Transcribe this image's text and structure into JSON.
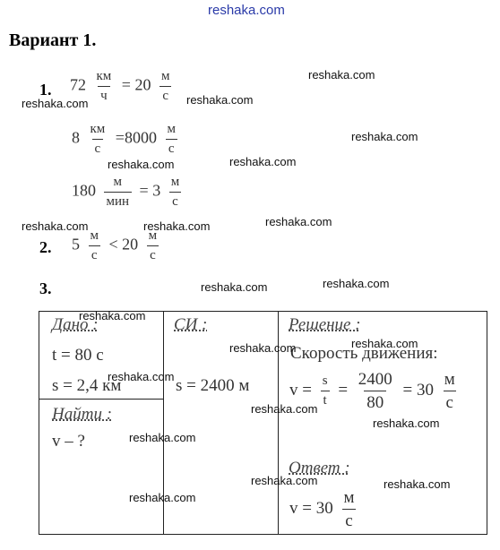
{
  "watermark": "reshaka.com",
  "title": "Вариант 1.",
  "problems": {
    "p1": {
      "number": "1.",
      "line1": {
        "lhs": "72",
        "lhs_num": "км",
        "lhs_den": "ч",
        "eq": "=",
        "rhs": "20",
        "rhs_num": "м",
        "rhs_den": "с"
      },
      "line2": {
        "lhs": "8",
        "lhs_num": "км",
        "lhs_den": "с",
        "eq": "=",
        "rhs": "8000",
        "rhs_num": "м",
        "rhs_den": "с"
      },
      "line3": {
        "lhs": "180",
        "lhs_num": "м",
        "lhs_den": "мин",
        "eq": "=",
        "rhs": "3",
        "rhs_num": "м",
        "rhs_den": "с"
      }
    },
    "p2": {
      "number": "2.",
      "lhs": "5",
      "lhs_num": "м",
      "lhs_den": "с",
      "op": "<",
      "rhs": "20",
      "rhs_num": "м",
      "rhs_den": "с"
    },
    "p3": {
      "number": "3.",
      "given_header": "Дано :",
      "given_t": "t = 80 с",
      "given_s": "s = 2,4 км",
      "si_header": "СИ :",
      "si_s": "s = 2400 м",
      "find_header": "Найти :",
      "find_v": "v – ?",
      "solution_header": "Решение :",
      "solution_text": "Скорость движения:",
      "formula": {
        "v": "v",
        "eq1": "=",
        "s": "s",
        "t": "t",
        "eq2": "=",
        "num": "2400",
        "den": "80",
        "eq3": "=",
        "result": "30",
        "unit_num": "м",
        "unit_den": "с"
      },
      "answer_header": "Ответ :",
      "answer": {
        "lhs": "v = 30",
        "unit_num": "м",
        "unit_den": "с"
      }
    }
  }
}
